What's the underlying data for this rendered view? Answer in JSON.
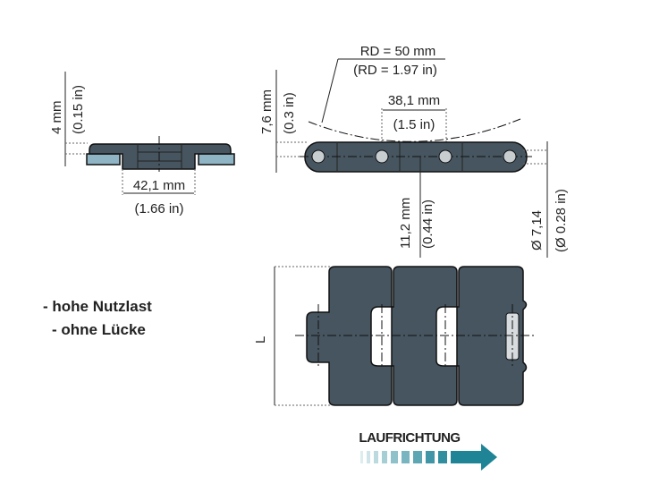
{
  "side_view": {
    "height_mm": "4 mm",
    "height_in": "(0.15 in)",
    "width_mm": "42,1 mm",
    "width_in": "(1.66 in)"
  },
  "chain_view": {
    "rd_mm": "RD = 50 mm",
    "rd_in": "(RD = 1.97 in)",
    "pitch_mm": "38,1 mm",
    "pitch_in": "(1.5 in)",
    "thickness_mm": "7,6 mm",
    "thickness_in": "(0.3 in)",
    "height_mm": "11,2 mm",
    "height_in": "(0.44 in)",
    "pin_mm": "Ø 7,14",
    "pin_in": "(Ø 0.28 in)"
  },
  "top_view": {
    "length_label": "L"
  },
  "features": [
    "- hohe Nutzlast",
    "- ohne Lücke"
  ],
  "direction": {
    "label": "LAUFRICHTUNG",
    "color": "#1e8496"
  }
}
